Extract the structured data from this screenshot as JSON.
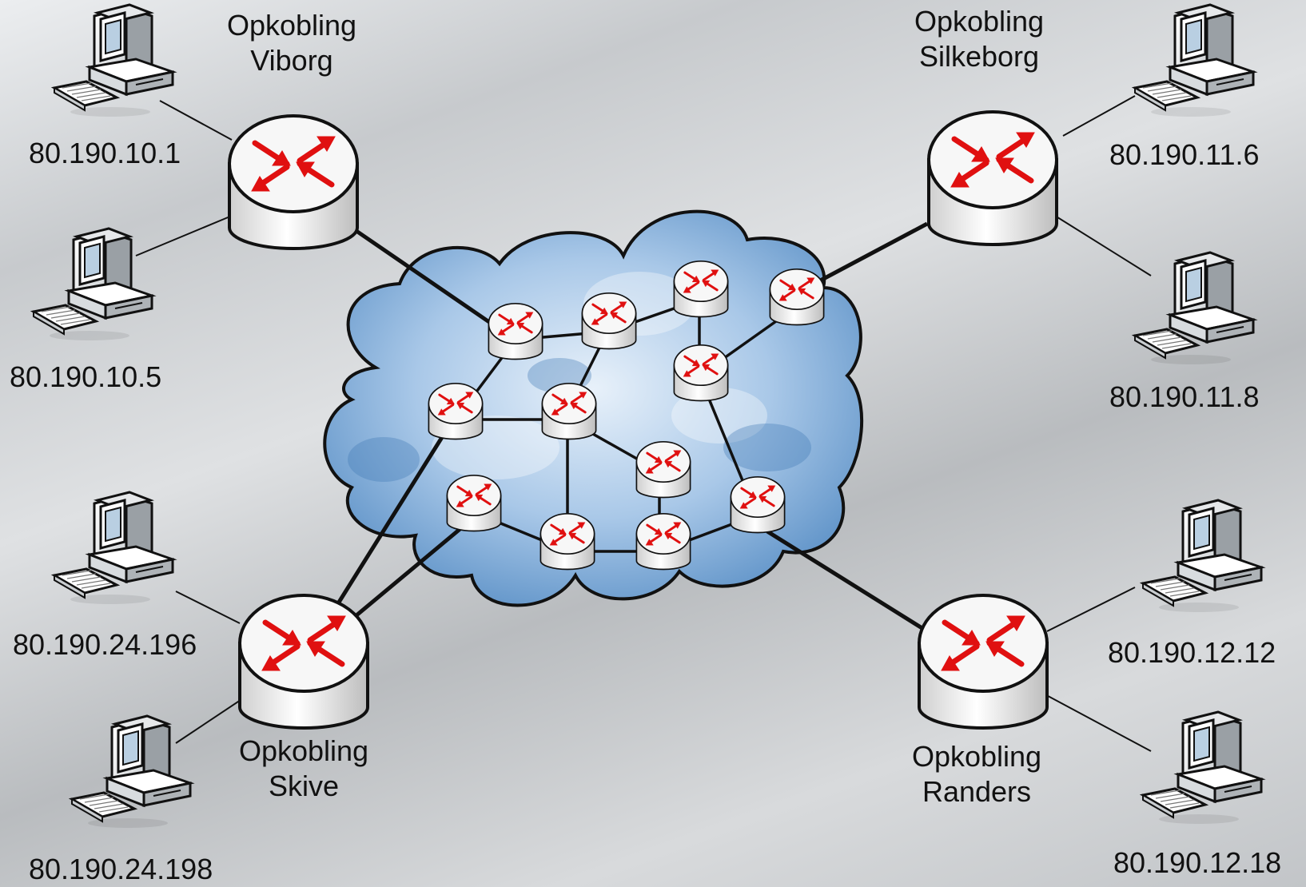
{
  "sites": [
    {
      "id": "viboRg",
      "line1": "Opkobling",
      "line2": "Viborg",
      "hosts": [
        "80.190.10.1",
        "80.190.10.5"
      ]
    },
    {
      "id": "silkeborg",
      "line1": "Opkobling",
      "line2": "Silkeborg",
      "hosts": [
        "80.190.11.6",
        "80.190.11.8"
      ]
    },
    {
      "id": "skive",
      "line1": "Opkobling",
      "line2": "Skive",
      "hosts": [
        "80.190.24.196",
        "80.190.24.198"
      ]
    },
    {
      "id": "randers",
      "line1": "Opkobling",
      "line2": "Randers",
      "hosts": [
        "80.190.12.12",
        "80.190.12.18"
      ]
    }
  ],
  "colors": {
    "cloud": "#8fb7dd",
    "cloud_dark": "#5b8fc6",
    "cloud_light": "#e4eef8",
    "arrow": "#e01010",
    "router_body": "#f2f2f2",
    "line": "#111111"
  },
  "icons": {
    "router": "router-icon",
    "computer": "computer-icon",
    "cloud": "cloud-icon"
  }
}
